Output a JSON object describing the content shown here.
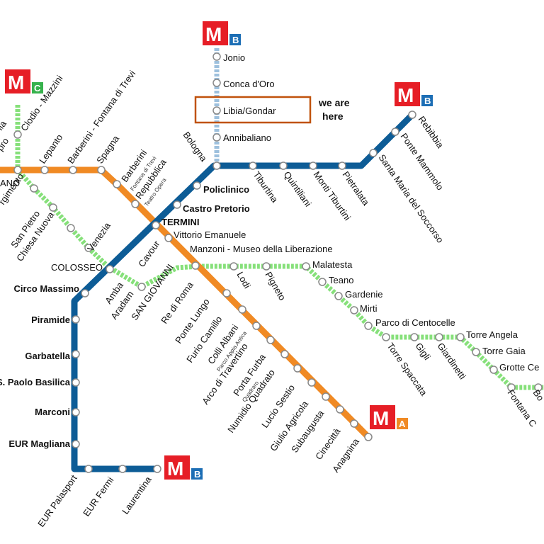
{
  "colors": {
    "line_a": "#f08a24",
    "line_b": "#0d5c96",
    "line_b_branch": "#9dc0dd",
    "line_c": "#86e07a",
    "logo_red": "#e61e26",
    "logo_a": "#f08a24",
    "logo_b": "#1c6eb5",
    "logo_c": "#37b24d",
    "highlight_box": "#c0520c"
  },
  "logos": {
    "metro_letter": "M",
    "line_a_letter": "A",
    "line_b_letter": "B",
    "line_c_letter": "C"
  },
  "callout": {
    "line1": "we are",
    "line2": "here"
  },
  "stations": {
    "jonio": "Jonio",
    "conca_doro": "Conca d'Oro",
    "libia_gondar": "Libia/Gondar",
    "annibaliano": "Annibaliano",
    "bologna": "Bologna",
    "tiburtina": "Tiburtina",
    "quintiliani": "Quintiliani",
    "monti_tiburtini": "Monti Tiburtini",
    "pietralata": "Pietralata",
    "santa_maria_del_soccorso": "Santa Maria del Soccorso",
    "ponte_mammolo": "Ponte Mammolo",
    "rebibbia": "Rebibbia",
    "policlinico": "Policlinico",
    "castro_pretorio": "Castro Pretorio",
    "termini": "TERMINI",
    "vittorio_emanuele": "Vittorio Emanuele",
    "manzoni": "Manzoni - Museo della Liberazione",
    "colosseo": "COLOSSEO",
    "cavour": "Cavour",
    "circo_massimo": "Circo Massimo",
    "piramide": "Piramide",
    "garbatella": "Garbatella",
    "san_paolo_basilica": "S. Paolo Basilica",
    "marconi": "Marconi",
    "eur_magliana": "EUR Magliana",
    "eur_palasport": "EUR Palasport",
    "eur_fermi": "EUR Fermi",
    "laurentina": "Laurentina",
    "clodio_mazzini": "Clodio - Mazzini",
    "ottaviano_cut": "ANO",
    "pro_cut": "pro",
    "lia_cut": "lia",
    "lepanto": "Lepanto",
    "barberini_fontana": "Barberini - Fontana di Trevi",
    "spagna": "Spagna",
    "barberini": "Barberini",
    "fontana_di_trevi": "Fontana di Trevi",
    "repubblica": "Repubblica",
    "teatro_opera": "Teatro Opera",
    "risorgimento_cut": "rgimento",
    "san_pietro": "San Pietro",
    "chiesa_nuova": "Chiesa Nuova",
    "venezia": "Venezia",
    "amba_aradam_1": "Amba",
    "amba_aradam_2": "Aradam",
    "san_giovanni": "SAN GIOVANNI",
    "re_di_roma": "Re di Roma",
    "ponte_lungo": "Ponte Lungo",
    "furio_camillo": "Furio Camillo",
    "colli_albani": "Colli Albani",
    "parco_appia_antica": "Parco Appia Antica",
    "arco_di_travertino": "Arco di Travertino",
    "porta_furba": "Porta Furba",
    "quadraro": "Quadraro",
    "numidio_quadrato": "Numidio Quadrato",
    "lucio_sestio": "Lucio Sestio",
    "giulio_agricola": "Giulio Agricola",
    "subaugusta": "Subaugusta",
    "cinecitta": "Cinecittà",
    "anagnina": "Anagnina",
    "lodi": "Lodi",
    "pigneto": "Pigneto",
    "malatesta": "Malatesta",
    "teano": "Teano",
    "gardenie": "Gardenie",
    "mirti": "Mirti",
    "parco_di_centocelle": "Parco di Centocelle",
    "torre_spaccata": "Torre Spaccata",
    "gigli": "Gigli",
    "giardinetti": "Giardinetti",
    "torre_angela": "Torre Angela",
    "torre_gaia": "Torre Gaia",
    "grotte_celoni_cut": "Grotte Ce",
    "fontana_candida_cut": "Fontana C",
    "borghesiana_cut": "Bo"
  }
}
